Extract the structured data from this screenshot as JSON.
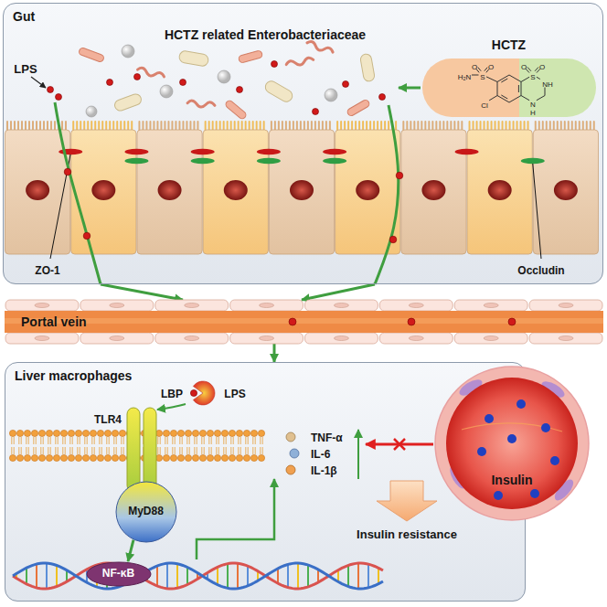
{
  "diagram": {
    "nodes": [
      {
        "text": [
          "Gut"
        ]
      },
      {
        "text": [
          "HCTZ"
        ],
        "in": 0
      },
      {
        "text": [
          "Portal vein"
        ]
      },
      {
        "text": [
          "Liver macrophages"
        ]
      },
      {
        "text": [
          "MyD88"
        ],
        "in": 3
      },
      {
        "text": [
          "NF-κB"
        ],
        "in": 3
      },
      {
        "text": [
          "Insulin"
        ]
      }
    ],
    "edges": [
      {
        "from": 0,
        "to": 2,
        "arrow": "to"
      },
      {
        "from": 0,
        "to": 2,
        "arrow": "to"
      },
      {
        "from": 2,
        "to": 3,
        "arrow": "to"
      },
      {
        "from": 4,
        "to": 5,
        "arrow": "to"
      }
    ],
    "labels": [
      "HCTZ related Enterobacteriaceae",
      "LPS",
      "O",
      "O",
      "H₂N",
      "S",
      "Cl",
      "O",
      "O",
      "S",
      "NH",
      "N",
      "H",
      "ZO-1",
      "Occludin",
      "LBP",
      "LPS",
      "TLR4",
      "TNF-α",
      "IL-6",
      "IL-1β",
      "Insulin resistance"
    ]
  }
}
